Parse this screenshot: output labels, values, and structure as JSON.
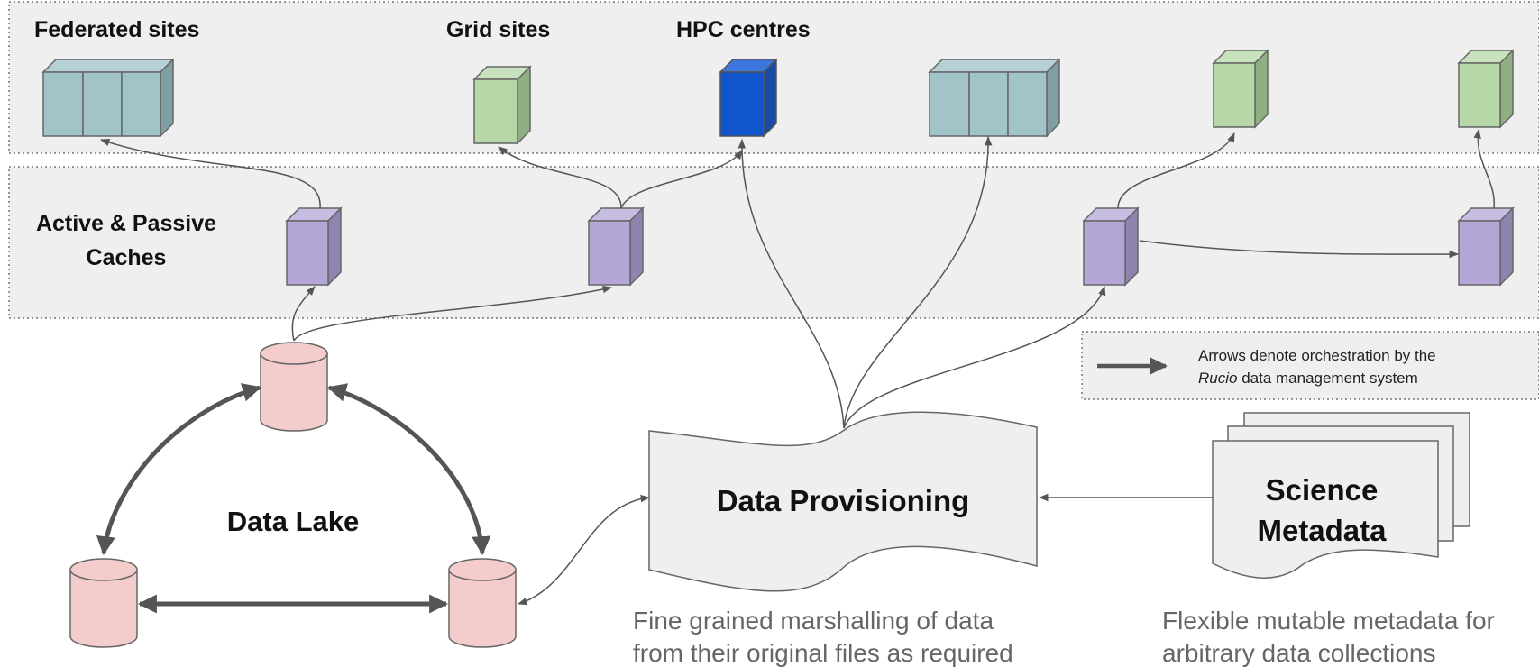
{
  "labels": {
    "federated_sites": "Federated sites",
    "grid_sites": "Grid sites",
    "hpc_centres": "HPC centres",
    "caches_line1": "Active & Passive",
    "caches_line2": "Caches",
    "data_lake": "Data Lake",
    "data_provisioning": "Data Provisioning",
    "science_metadata_line1": "Science",
    "science_metadata_line2": "Metadata"
  },
  "legend": {
    "line1": "Arrows denote orchestration by the",
    "line2_italic": "Rucio",
    "line2_rest": " data management system"
  },
  "captions": {
    "provisioning_line1": "Fine grained marshalling of data",
    "provisioning_line2": "from their original files as required",
    "metadata_line1": "Flexible mutable metadata for",
    "metadata_line2": "arbitrary data collections"
  },
  "colors": {
    "band_fill": "#efefef",
    "band_border": "#777777",
    "federated_cube": "#a2c4c9",
    "grid_cube": "#b6d7a8",
    "hpc_cube": "#1155cc",
    "cache_cube": "#b4a7d6",
    "lake_cylinder": "#f4cccc",
    "arrow": "#555555",
    "doc_fill": "#efefef"
  }
}
